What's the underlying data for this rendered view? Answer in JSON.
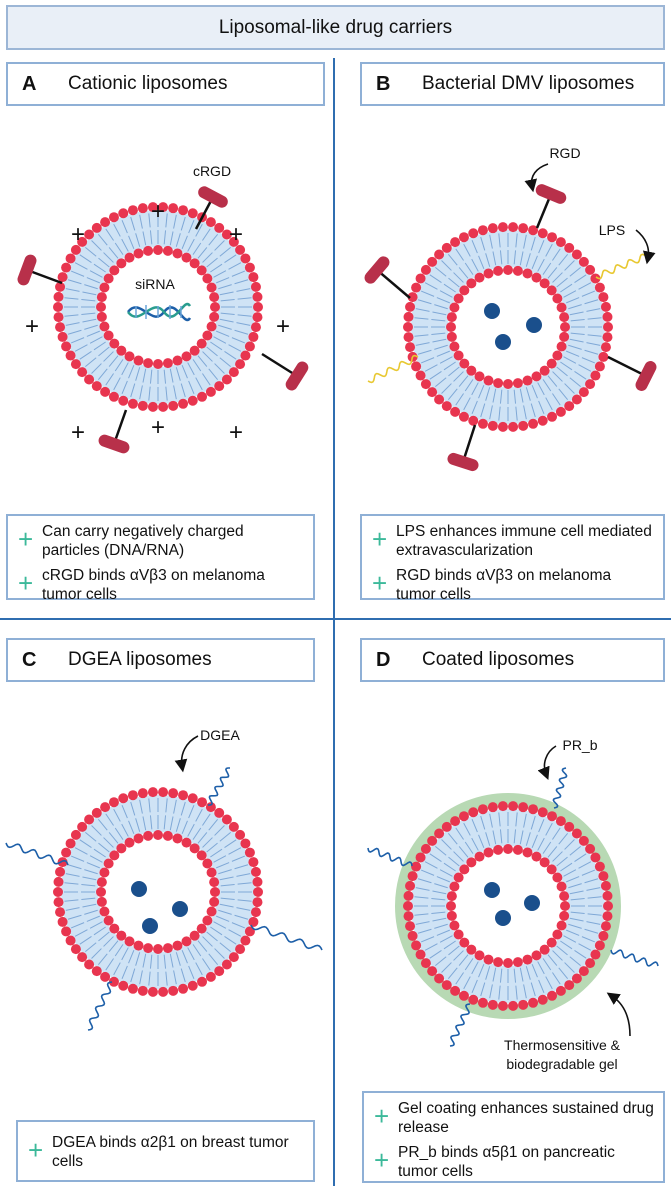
{
  "title": "Liposomal-like drug carriers",
  "panels": {
    "a": {
      "letter": "A",
      "title": "Cationic liposomes",
      "labels": {
        "ligand": "cRGD",
        "cargo": "siRNA"
      },
      "charges": [
        "+",
        "+",
        "+",
        "+",
        "+",
        "+",
        "+",
        "+"
      ],
      "bullets": [
        "Can carry negatively charged particles (DNA/RNA)",
        "cRGD binds αVβ3 on melanoma tumor cells"
      ]
    },
    "b": {
      "letter": "B",
      "title": "Bacterial DMV liposomes",
      "labels": {
        "ligand": "RGD",
        "lps": "LPS"
      },
      "bullets": [
        "LPS enhances immune cell mediated extravascularization",
        "RGD binds αVβ3 on melanoma tumor cells"
      ]
    },
    "c": {
      "letter": "C",
      "title": "DGEA liposomes",
      "labels": {
        "ligand": "DGEA"
      },
      "bullets": [
        "DGEA binds α2β1 on breast tumor cells"
      ]
    },
    "d": {
      "letter": "D",
      "title": "Coated liposomes",
      "labels": {
        "ligand": "PR_b",
        "gel_line1": "Thermosensitive &",
        "gel_line2": "biodegradable gel"
      },
      "bullets": [
        "Gel coating enhances sustained drug release",
        "PR_b binds α5β1 on pancreatic tumor cells"
      ]
    }
  },
  "colors": {
    "head_bead": "#e8354f",
    "bilayer": "#cfe3f5",
    "tail": "#7fa8d6",
    "ligand": "#b8304a",
    "lps": "#e8c832",
    "peptide": "#1d5fa8",
    "drug": "#1a4f8c",
    "gel": "#b8d9b4",
    "plus": "#3cb99a",
    "border": "#8fb0d6",
    "divider": "#2f6db0"
  }
}
